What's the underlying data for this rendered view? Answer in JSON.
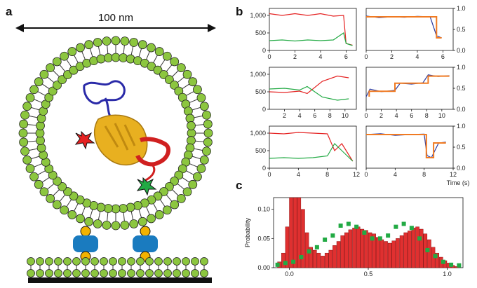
{
  "figure": {
    "panel_labels": [
      "a",
      "b",
      "c"
    ],
    "scale_label": "100 nm"
  },
  "colors": {
    "donor": "#22aa44",
    "acceptor": "#e52222",
    "fret": "#2b3aa0",
    "fit": "#f07a22",
    "bar": "#e03030",
    "sim": "#22aa44",
    "lipid_head": "#8cc63f",
    "tether": "#1a7bbf",
    "anchor": "#f2b200",
    "protein_helix": "#e8b020",
    "protein_loop": "#2a2aa8",
    "protein_red": "#d02020"
  },
  "chart_data": [
    {
      "type": "line",
      "panel": "b",
      "row": 1,
      "x_ticks": [
        "0",
        "2",
        "4",
        "6"
      ],
      "xlim": [
        0,
        6.8
      ],
      "y_ticks": [
        "0",
        "500",
        "1,000"
      ],
      "ylim": [
        0,
        1200
      ],
      "series": [
        {
          "color": "acceptor",
          "x": [
            0,
            1,
            2,
            3,
            4,
            5,
            5.8,
            6.0,
            6.5
          ],
          "y": [
            1050,
            1000,
            1050,
            1000,
            1050,
            980,
            1000,
            200,
            150
          ]
        },
        {
          "color": "donor",
          "x": [
            0,
            1,
            2,
            3,
            4,
            5,
            5.8,
            6.0,
            6.5
          ],
          "y": [
            280,
            300,
            270,
            300,
            280,
            300,
            500,
            200,
            140
          ]
        }
      ]
    },
    {
      "type": "line",
      "panel": "b",
      "row": 1,
      "x_ticks": [
        "0",
        "2",
        "4",
        "6"
      ],
      "xlim": [
        0,
        6.8
      ],
      "y_ticks": [
        "0.0",
        "0.5",
        "1.0"
      ],
      "ylim": [
        0,
        1.0
      ],
      "series": [
        {
          "color": "fret",
          "x": [
            0,
            1,
            2,
            3,
            4,
            5,
            5.5,
            5.9
          ],
          "y": [
            0.82,
            0.78,
            0.8,
            0.79,
            0.81,
            0.8,
            0.35,
            0.3
          ]
        },
        {
          "color": "fit",
          "x": [
            0,
            5.5,
            5.5,
            5.9
          ],
          "y": [
            0.8,
            0.8,
            0.3,
            0.3
          ]
        }
      ]
    },
    {
      "type": "line",
      "panel": "b",
      "row": 2,
      "x_ticks": [
        "2",
        "4",
        "6",
        "8",
        "10"
      ],
      "xlim": [
        0,
        11.5
      ],
      "y_ticks": [
        "0",
        "500",
        "1,000"
      ],
      "ylim": [
        0,
        1200
      ],
      "series": [
        {
          "color": "acceptor",
          "x": [
            0,
            2,
            4,
            5,
            7,
            9,
            10.5
          ],
          "y": [
            500,
            480,
            520,
            450,
            800,
            950,
            900
          ]
        },
        {
          "color": "donor",
          "x": [
            0,
            2,
            4,
            5,
            7,
            9,
            10.5
          ],
          "y": [
            580,
            600,
            550,
            650,
            350,
            260,
            300
          ]
        }
      ]
    },
    {
      "type": "line",
      "panel": "b",
      "row": 2,
      "x_ticks": [
        "0",
        "2",
        "4",
        "6",
        "8",
        "10"
      ],
      "xlim": [
        0,
        11.5
      ],
      "y_ticks": [
        "0.0",
        "0.5",
        "1.0"
      ],
      "ylim": [
        0,
        1.0
      ],
      "series": [
        {
          "color": "fret",
          "x": [
            0,
            0.5,
            2,
            3.8,
            4.5,
            6,
            7.5,
            8.2,
            9.5,
            11
          ],
          "y": [
            0.3,
            0.48,
            0.42,
            0.45,
            0.62,
            0.6,
            0.63,
            0.82,
            0.78,
            0.8
          ]
        },
        {
          "color": "fit",
          "x": [
            0.4,
            0.4,
            3.8,
            3.8,
            8.2,
            8.2,
            11
          ],
          "y": [
            0.3,
            0.43,
            0.43,
            0.62,
            0.62,
            0.79,
            0.79
          ]
        }
      ]
    },
    {
      "type": "line",
      "panel": "b",
      "row": 3,
      "x_ticks": [
        "0",
        "4",
        "8",
        "12"
      ],
      "xlim": [
        0,
        12
      ],
      "y_ticks": [
        "0",
        "500",
        "1,000"
      ],
      "ylim": [
        0,
        1200
      ],
      "series": [
        {
          "color": "acceptor",
          "x": [
            0,
            2,
            4,
            6,
            8,
            9,
            10,
            11.5
          ],
          "y": [
            1000,
            980,
            1020,
            1000,
            980,
            500,
            700,
            200
          ]
        },
        {
          "color": "donor",
          "x": [
            0,
            2,
            4,
            6,
            8,
            9,
            10,
            11.5
          ],
          "y": [
            280,
            300,
            280,
            300,
            350,
            700,
            500,
            200
          ]
        }
      ]
    },
    {
      "type": "line",
      "panel": "b",
      "row": 3,
      "x_ticks": [
        "0",
        "4",
        "8",
        "12"
      ],
      "xlim": [
        0,
        12
      ],
      "y_ticks": [
        "0.0",
        "0.5",
        "1.0"
      ],
      "ylim": [
        0,
        1.0
      ],
      "series": [
        {
          "color": "fret",
          "x": [
            0,
            2,
            4,
            6,
            8,
            8.4,
            9,
            10,
            11
          ],
          "y": [
            0.8,
            0.82,
            0.78,
            0.8,
            0.81,
            0.3,
            0.25,
            0.6,
            0.62
          ]
        },
        {
          "color": "fit",
          "x": [
            0,
            8.3,
            8.3,
            9.3,
            9.3,
            11
          ],
          "y": [
            0.8,
            0.8,
            0.25,
            0.25,
            0.6,
            0.6
          ]
        }
      ],
      "xlabel": "Time (s)"
    },
    {
      "type": "bar",
      "panel": "c",
      "xlim": [
        -0.1,
        1.1
      ],
      "ylim": [
        0,
        0.12
      ],
      "x_ticks": [
        "0.0",
        "0.5",
        "1.0"
      ],
      "y_ticks": [
        "0.00",
        "0.05",
        "0.10"
      ],
      "ylabel": "Probability",
      "bin_width": 0.025,
      "bins_start": -0.075,
      "bars": [
        0.01,
        0.025,
        0.07,
        0.12,
        0.12,
        0.12,
        0.1,
        0.06,
        0.035,
        0.03,
        0.025,
        0.02,
        0.025,
        0.03,
        0.038,
        0.045,
        0.055,
        0.06,
        0.065,
        0.068,
        0.07,
        0.066,
        0.064,
        0.06,
        0.058,
        0.052,
        0.048,
        0.045,
        0.042,
        0.046,
        0.05,
        0.055,
        0.06,
        0.063,
        0.068,
        0.07,
        0.066,
        0.058,
        0.048,
        0.035,
        0.025,
        0.018,
        0.012,
        0.008,
        0.004,
        0.002
      ],
      "sim_x": [
        -0.075,
        -0.025,
        0.025,
        0.075,
        0.125,
        0.175,
        0.225,
        0.275,
        0.325,
        0.375,
        0.425,
        0.475,
        0.525,
        0.575,
        0.625,
        0.675,
        0.725,
        0.775,
        0.825,
        0.875,
        0.925,
        0.975,
        1.025,
        1.075
      ],
      "sim_y": [
        0.005,
        0.008,
        0.01,
        0.018,
        0.028,
        0.035,
        0.048,
        0.055,
        0.072,
        0.075,
        0.07,
        0.06,
        0.05,
        0.05,
        0.055,
        0.07,
        0.075,
        0.068,
        0.05,
        0.03,
        0.02,
        0.01,
        0.005,
        0.004
      ]
    }
  ]
}
